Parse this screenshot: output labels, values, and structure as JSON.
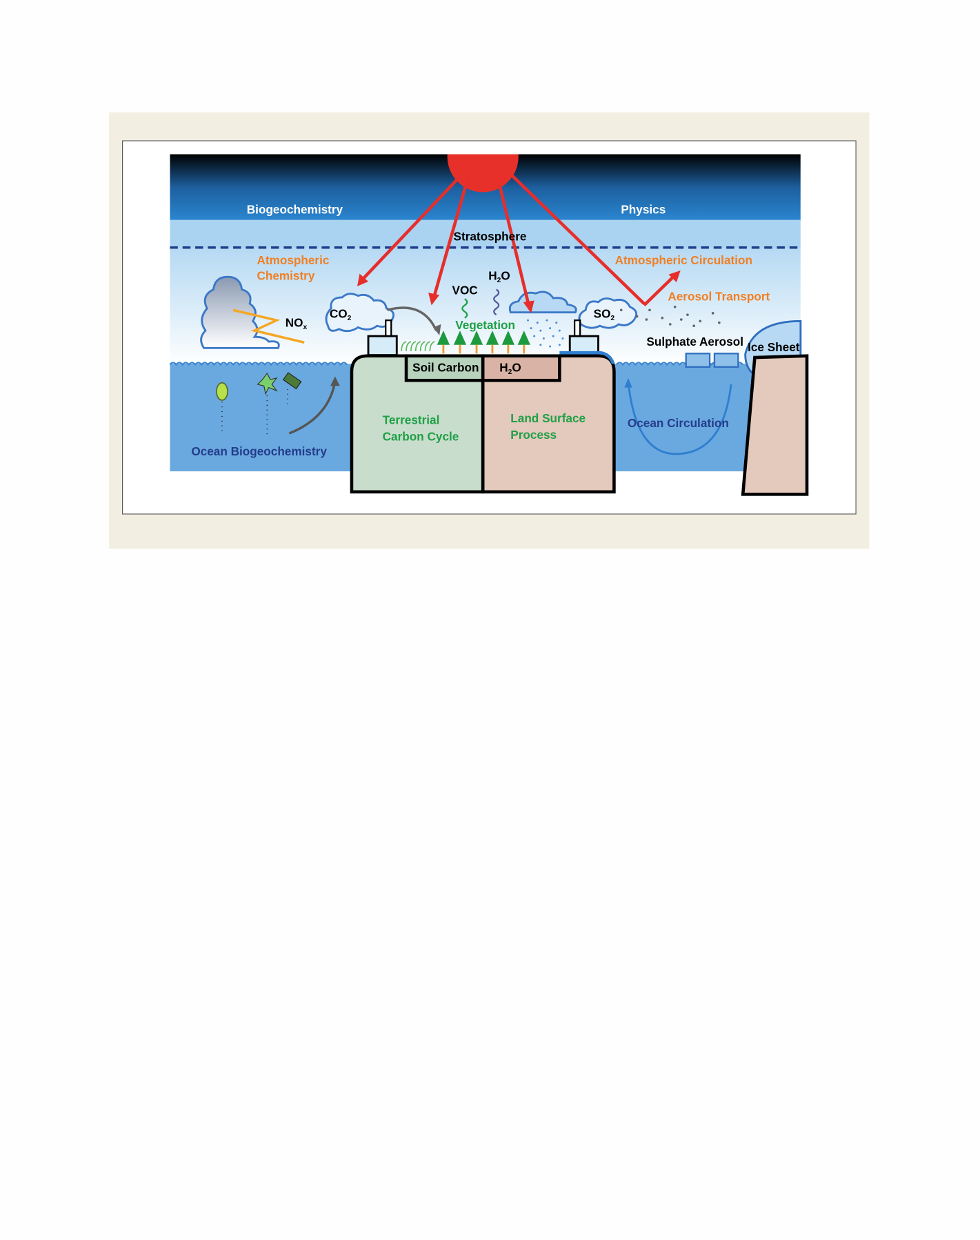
{
  "diagram": {
    "labels": {
      "biogeochemistry": "Biogeochemistry",
      "physics": "Physics",
      "stratosphere": "Stratosphere",
      "atmospheric_chemistry_1": "Atmospheric",
      "atmospheric_chemistry_2": "Chemistry",
      "atmospheric_circulation": "Atmospheric Circulation",
      "aerosol_transport": "Aerosol Transport",
      "nox": "NO",
      "nox_sub": "x",
      "co2": "CO",
      "co2_sub": "2",
      "voc": "VOC",
      "h2o_air": "H",
      "h2o_air_sub": "2",
      "h2o_air_o": "O",
      "so2": "SO",
      "so2_sub": "2",
      "vegetation": "Vegetation",
      "sulphate_aerosol": "Sulphate Aerosol",
      "ice_sheet": "Ice Sheet",
      "soil_carbon": "Soil Carbon",
      "h2o_soil": "H",
      "h2o_soil_sub": "2",
      "h2o_soil_o": "O",
      "terrestrial_1": "Terrestrial",
      "terrestrial_2": "Carbon Cycle",
      "land_surface_1": "Land Surface",
      "land_surface_2": "Process",
      "ocean_circulation": "Ocean Circulation",
      "ocean_biogeochemistry": "Ocean Biogeochemistry"
    },
    "colors": {
      "page_panel": "#f2efe2",
      "sun": "#e8302a",
      "arrows": "#e62e2b",
      "orange_text": "#f07f23",
      "green_text": "#1fa046",
      "navy_text": "#243c8c",
      "terrestrial_fill": "#c9ddcc",
      "land_fill": "#e4c9bd",
      "ocean": "#6aa9df"
    }
  }
}
